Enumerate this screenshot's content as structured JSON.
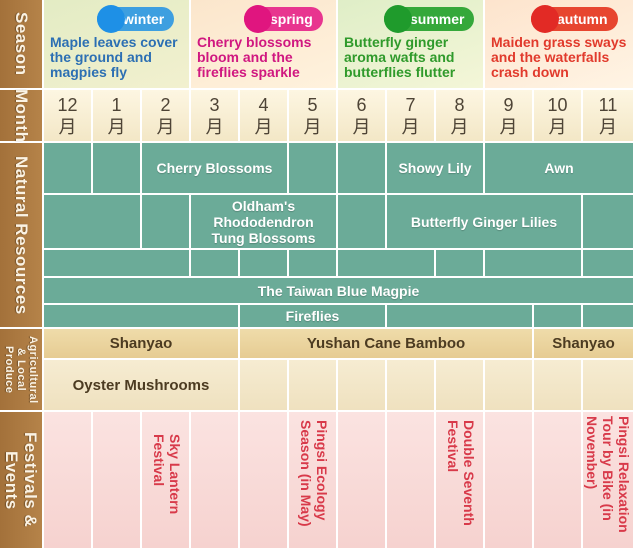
{
  "colors": {
    "label_band": "#a9773e",
    "grid_line": "#ffffff",
    "natural_cell": "#6bab98",
    "festival_text": "#d83a4a"
  },
  "row_labels": {
    "season": "Season",
    "month": "Month",
    "natural": "Natural Resources",
    "agri": "Agricultural & Local Produce",
    "fest": "Festivals & Events"
  },
  "seasons": [
    {
      "name": "winter",
      "text": "Maple leaves cover the ground and magpies fly",
      "color": "#2c6fb3",
      "pill": "#3d9fe0",
      "icon": "winter-dot-icon"
    },
    {
      "name": "spring",
      "text": "Cherry blossoms bloom and the fireflies sparkle",
      "color": "#d01780",
      "pill": "#e8358f",
      "icon": "spring-dot-icon"
    },
    {
      "name": "summer",
      "text": "Butterfly ginger aroma wafts and butterflies flutter",
      "color": "#2f9a2b",
      "pill": "#35a83a",
      "icon": "summer-dot-icon"
    },
    {
      "name": "autumn",
      "text": "Maiden grass sways and the waterfalls crash down",
      "color": "#e13a2c",
      "pill": "#e7452f",
      "icon": "autumn-dot-icon"
    }
  ],
  "months": [
    {
      "num": "12",
      "unit": "月"
    },
    {
      "num": "1",
      "unit": "月"
    },
    {
      "num": "2",
      "unit": "月"
    },
    {
      "num": "3",
      "unit": "月"
    },
    {
      "num": "4",
      "unit": "月"
    },
    {
      "num": "5",
      "unit": "月"
    },
    {
      "num": "6",
      "unit": "月"
    },
    {
      "num": "7",
      "unit": "月"
    },
    {
      "num": "8",
      "unit": "月"
    },
    {
      "num": "9",
      "unit": "月"
    },
    {
      "num": "10",
      "unit": "月"
    },
    {
      "num": "11",
      "unit": "月"
    }
  ],
  "natural": {
    "cherry": "Cherry Blossoms",
    "showy_lily": "Showy Lily",
    "awn": "Awn",
    "oldham_1": "Oldham's",
    "oldham_2": "Rhododendron",
    "tung": "Tung Blossoms",
    "butterfly_ginger": "Butterfly Ginger Lilies",
    "magpie": "The Taiwan Blue Magpie",
    "fireflies": "Fireflies"
  },
  "agri": {
    "shanyao_winter": "Shanyao",
    "yushan": "Yushan Cane Bamboo",
    "shanyao_autumn": "Shanyao",
    "oyster": "Oyster Mushrooms"
  },
  "festivals": {
    "sky_lantern": "Sky Lantern Festival",
    "pingsi_ecology": "Pingsi Ecology Season (in May)",
    "double_seventh": "Double Seventh Festival",
    "pingsi_relaxation": "Pingsi Relaxation Tour by Bike (in November)"
  }
}
